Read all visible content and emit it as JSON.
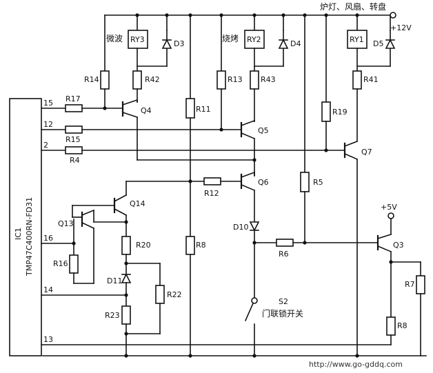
{
  "ic": {
    "ref": "IC1",
    "part": "TMP47C400RN-FD31",
    "pins": [
      "15",
      "12",
      "2",
      "16",
      "14",
      "13"
    ]
  },
  "supply": {
    "v12": "+12V",
    "v5": "+5V"
  },
  "loads": {
    "microwave": "微波",
    "grill": "烧烤",
    "lamp_fan_turntable": "炉灯、风扇、转盘"
  },
  "relays": [
    "RY3",
    "RY2",
    "RY1"
  ],
  "diodes": [
    "D3",
    "D4",
    "D5",
    "D10",
    "D11"
  ],
  "transistors": [
    "Q4",
    "Q5",
    "Q7",
    "Q6",
    "Q14",
    "Q13",
    "Q3"
  ],
  "resistors": [
    "R14",
    "R42",
    "R13",
    "R43",
    "R41",
    "R17",
    "R11",
    "R19",
    "R15",
    "R4",
    "R12",
    "R5",
    "R20",
    "R16",
    "R8",
    "R6",
    "R7",
    "R22",
    "R23",
    "R8"
  ],
  "switch": {
    "ref": "S2",
    "label": "门联锁开关"
  },
  "watermark": "http://www.go-gddq.com"
}
